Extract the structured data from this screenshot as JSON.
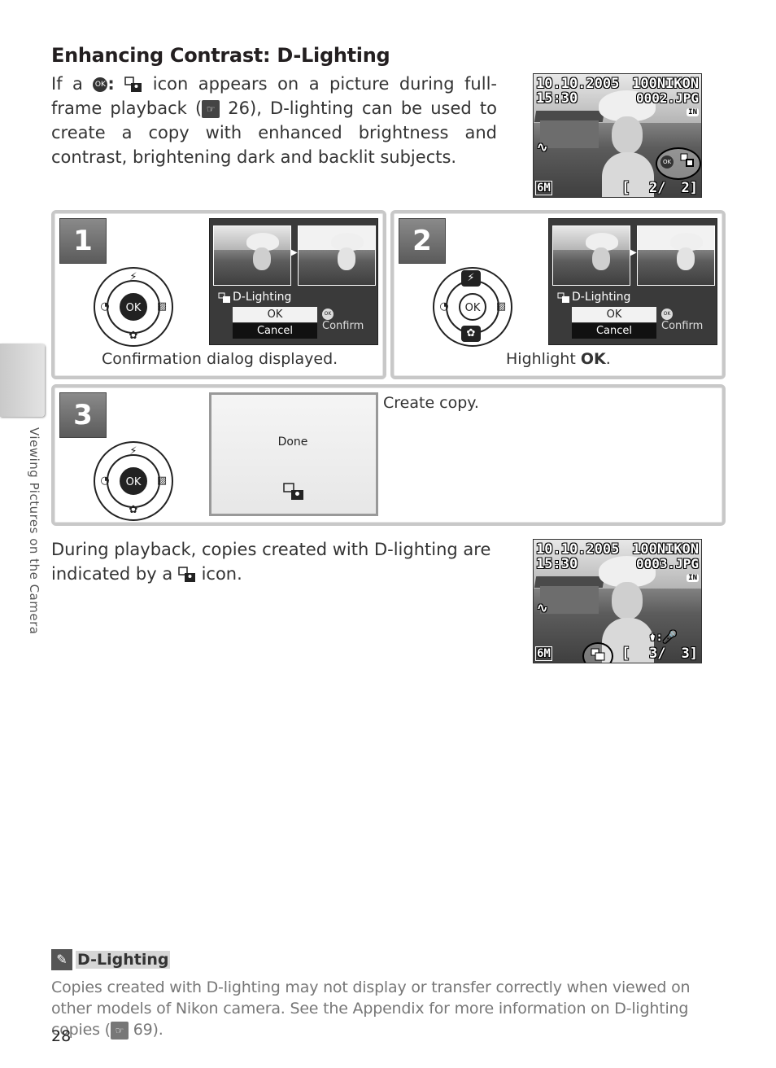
{
  "sidebar": {
    "section_label": "Viewing Pictures on the Camera"
  },
  "section": {
    "title": "Enhancing Contrast: D-Lighting",
    "intro_part1": "If a",
    "intro_part2": "icon appears on a picture during full-frame playback (",
    "intro_ref": "26",
    "intro_part3": "), D-lighting can be used to create a copy with enhanced brightness and contrast, brightening dark and backlit subjects."
  },
  "screen_top": {
    "date": "10.10.2005",
    "time": "15:30",
    "folder": "100NIKON",
    "file": "0002.JPG",
    "mem": "IN",
    "size": "6M",
    "count_left": "2/",
    "count_right": "2]"
  },
  "steps": [
    {
      "number": "1",
      "caption": "Confirmation dialog displayed."
    },
    {
      "number": "2",
      "caption_prefix": "Highlight",
      "caption_bold": "OK",
      "caption_suffix": "."
    },
    {
      "number": "3",
      "caption": "Create copy."
    }
  ],
  "dial": {
    "ok": "OK",
    "top": "⚡",
    "left": "◔",
    "right": "▨",
    "bottom": "✿"
  },
  "dialog": {
    "title": "D-Lighting",
    "option_ok": "OK",
    "option_cancel": "Cancel",
    "confirm": "Confirm",
    "ok_badge": "OK"
  },
  "done_screen": {
    "text": "Done"
  },
  "playback": {
    "text_part1": "During playback, copies created with D-lighting are indicated by a",
    "text_part2": "icon."
  },
  "screen_bottom": {
    "date": "10.10.2005",
    "time": "15:30",
    "folder": "100NIKON",
    "file": "0003.JPG",
    "mem": "IN",
    "size": "6M",
    "count_left": "3/",
    "count_right": "3]"
  },
  "note": {
    "heading": "D-Lighting",
    "text_part1": "Copies created with D-lighting may not display or transfer correctly when viewed on other models of Nikon camera.   See the Appendix for more information on D-lighting copies (",
    "ref": "69",
    "text_part2": ")."
  },
  "page_number": "28"
}
